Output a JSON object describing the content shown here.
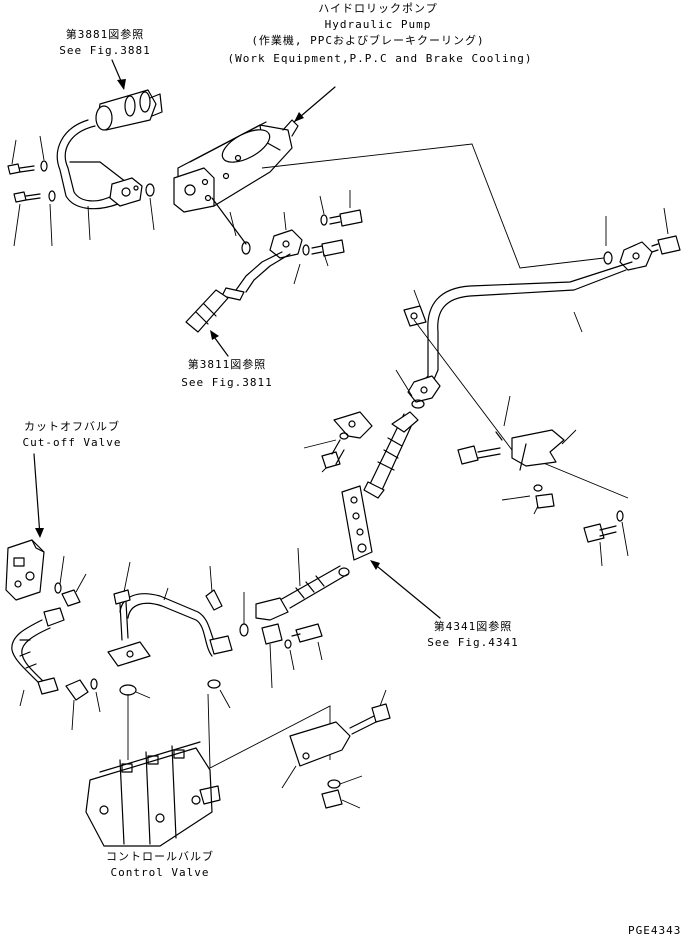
{
  "labels": {
    "hydraulic_pump_jp": "ハイドロリックポンプ",
    "hydraulic_pump_en": "Hydraulic Pump",
    "pump_purpose_jp": "(作業機, PPCおよびブレーキクーリング)",
    "pump_purpose_en": "(Work Equipment,P.P.C and Brake Cooling)",
    "ref_3881_jp": "第3881図参照",
    "ref_3881_en": "See Fig.3881",
    "ref_3811_jp": "第3811図参照",
    "ref_3811_en": "See Fig.3811",
    "cutoff_valve_jp": "カットオフバルブ",
    "cutoff_valve_en": "Cut-off Valve",
    "ref_4341_jp": "第4341図参照",
    "ref_4341_en": "See Fig.4341",
    "control_valve_jp": "コントロールバルブ",
    "control_valve_en": "Control Valve",
    "page_code": "PGE4343"
  }
}
